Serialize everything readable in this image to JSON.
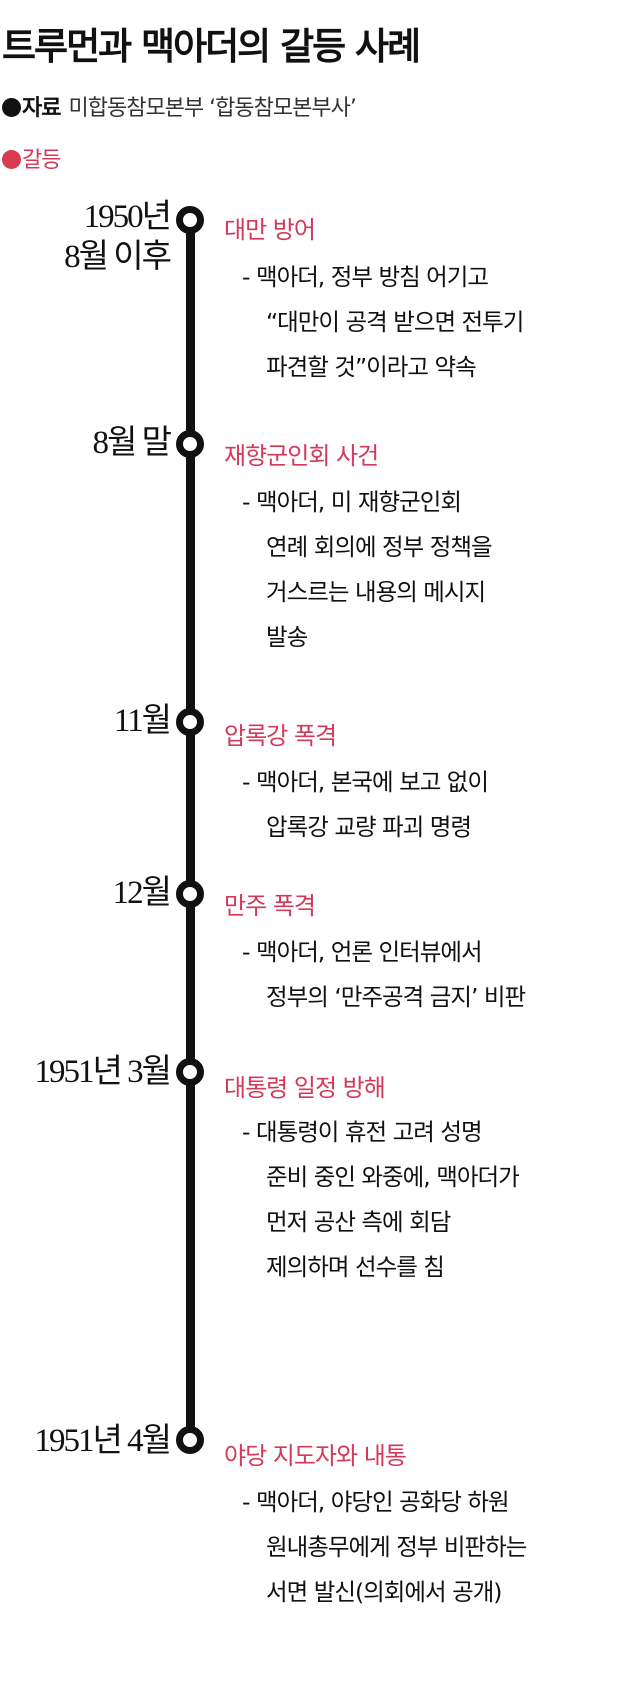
{
  "header": {
    "title": "트루먼과 맥아더의 갈등 사례",
    "source_label": "자료",
    "source_text": "미합동참모본부 ‘합동참모본부사’",
    "legend_label": "갈등"
  },
  "colors": {
    "accent": "#d4385a",
    "legend_dot": "#d93a4f",
    "line": "#111111"
  },
  "events": [
    {
      "date_lines": [
        "1950년",
        "8월 이후"
      ],
      "title": "대만 방어",
      "desc": [
        "- 맥아더, 정부 방침 어기고",
        "“대만이 공격 받으면 전투기",
        "파견할 것”이라고 약속"
      ]
    },
    {
      "date_lines": [
        "8월 말"
      ],
      "title": "재향군인회 사건",
      "desc": [
        "- 맥아더, 미 재향군인회",
        "연례 회의에 정부 정책을",
        "거스르는 내용의 메시지",
        "발송"
      ]
    },
    {
      "date_lines": [
        "11월"
      ],
      "title": "압록강 폭격",
      "desc": [
        "- 맥아더, 본국에 보고 없이",
        "압록강 교량 파괴 명령"
      ]
    },
    {
      "date_lines": [
        "12월"
      ],
      "title": "만주 폭격",
      "desc": [
        "- 맥아더, 언론 인터뷰에서",
        "정부의 ‘만주공격 금지’ 비판"
      ]
    },
    {
      "date_lines": [
        "1951년 3월"
      ],
      "title": "대통령 일정 방해",
      "desc": [
        "- 대통령이 휴전 고려 성명",
        "준비 중인 와중에, 맥아더가",
        "먼저 공산 측에 회담",
        "제의하며 선수를 침"
      ]
    },
    {
      "date_lines": [
        "1951년 4월"
      ],
      "title": "야당 지도자와 내통",
      "desc": [
        "- 맥아더, 야당인 공화당 하원",
        "원내총무에게 정부 비판하는",
        "서면 발신(의회에서 공개)"
      ]
    }
  ]
}
